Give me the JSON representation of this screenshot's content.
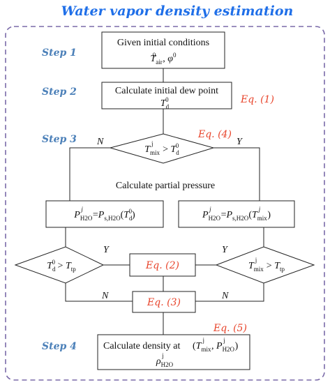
{
  "title": "Water vapor density estimation",
  "steps": {
    "s1": "Step 1",
    "s2": "Step 2",
    "s3": "Step 3",
    "s4": "Step 4"
  },
  "equations": {
    "eq1": "Eq. (1)",
    "eq2": "Eq. (2)",
    "eq3": "Eq. (3)",
    "eq4": "Eq. (4)",
    "eq5": "Eq. (5)"
  },
  "nodes": {
    "initial_label": "Given initial conditions",
    "dewpoint_label": "Calculate initial dew point",
    "partial_pressure_label": "Calculate partial pressure",
    "density_label": "Calculate density at"
  },
  "branch_labels": {
    "yes": "Y",
    "no": "N"
  },
  "colors": {
    "title": "#1f6fe8",
    "step": "#4a7fb8",
    "equation": "#e8452c",
    "frame": "#7a6aa8"
  }
}
